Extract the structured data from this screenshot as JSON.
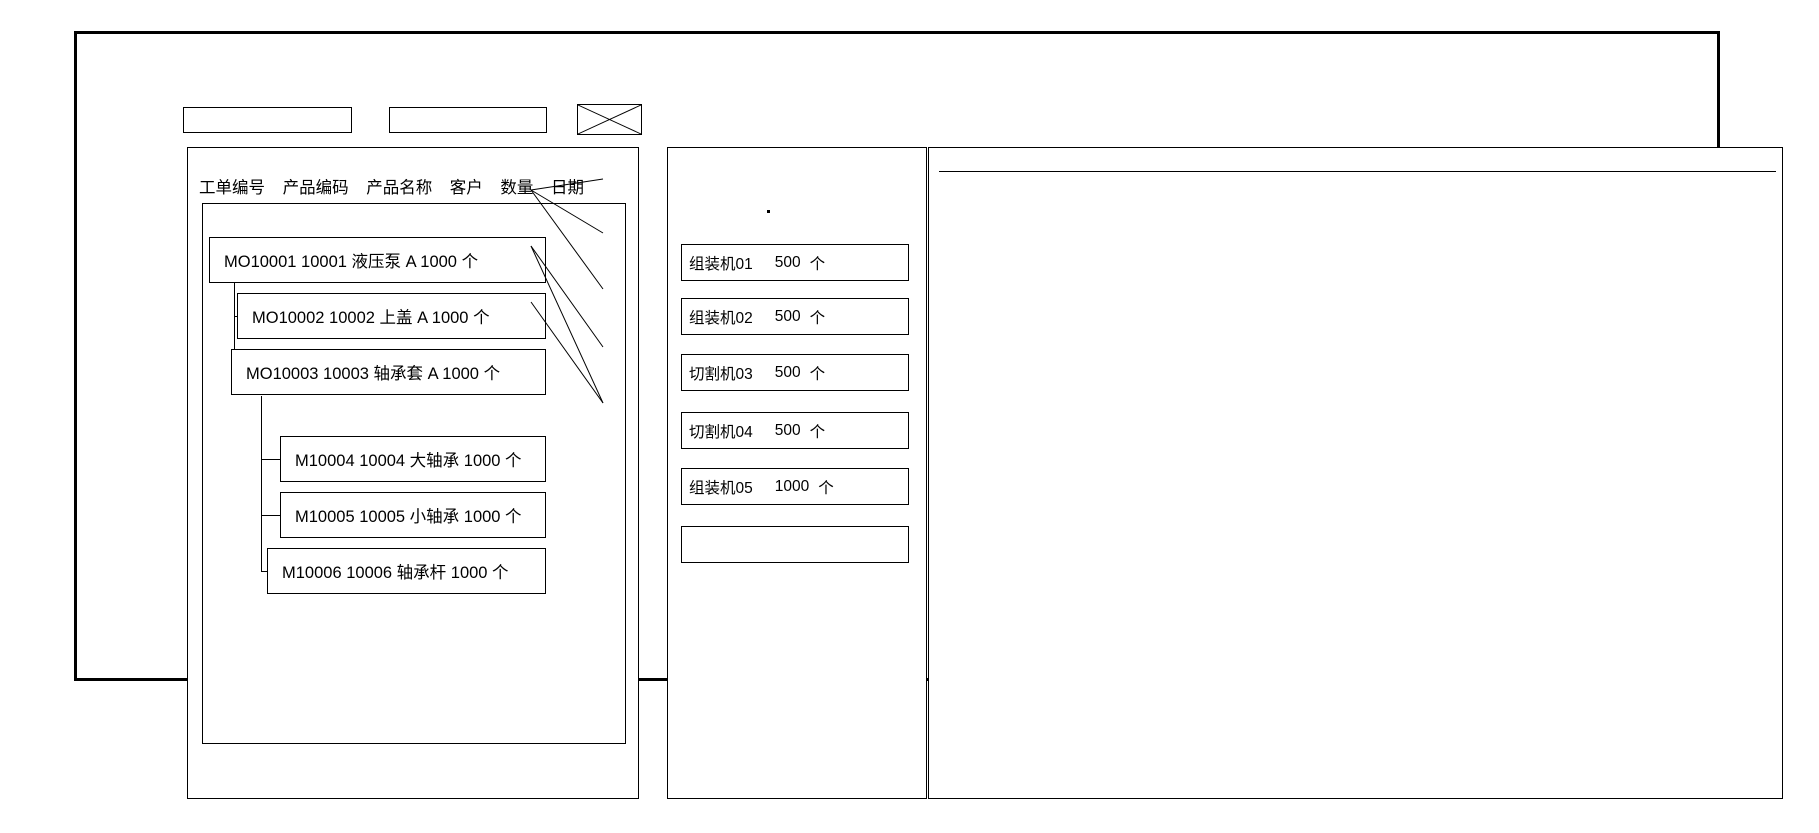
{
  "window": {
    "title": ""
  },
  "toolbar": {
    "boxes": [
      {
        "name": "toolbar-field-1",
        "label": ""
      },
      {
        "name": "toolbar-field-2",
        "label": ""
      }
    ],
    "image_placeholder": {
      "name": "image-placeholder-icon",
      "label": ""
    }
  },
  "left_panel": {
    "columns": [
      "工单编号",
      "产品编码",
      "产品名称",
      "客户",
      "数量",
      "日期"
    ],
    "nodes": [
      {
        "id": "MO10001",
        "level": 0,
        "text": "MO10001    10001   液压泵   A     1000  个",
        "order_no": "MO10001",
        "product_code": "10001",
        "product_name": "液压泵",
        "customer": "A",
        "quantity": "1000",
        "unit": "个"
      },
      {
        "id": "MO10002",
        "level": 1,
        "text": "MO10002  10002   上盖   A   1000   个",
        "order_no": "MO10002",
        "product_code": "10002",
        "product_name": "上盖",
        "customer": "A",
        "quantity": "1000",
        "unit": "个"
      },
      {
        "id": "MO10003",
        "level": 1,
        "text": "MO10003  10003   轴承套 A   1000   个",
        "order_no": "MO10003",
        "product_code": "10003",
        "product_name": "轴承套",
        "customer": "A",
        "quantity": "1000",
        "unit": "个"
      },
      {
        "id": "M10004",
        "level": 2,
        "text": "M10004 10004  大轴承  1000   个",
        "order_no": "M10004",
        "product_code": "10004",
        "product_name": "大轴承",
        "customer": "",
        "quantity": "1000",
        "unit": "个"
      },
      {
        "id": "M10005",
        "level": 2,
        "text": "M10005  10005  小轴承  1000   个",
        "order_no": "M10005",
        "product_code": "10005",
        "product_name": "小轴承",
        "customer": "",
        "quantity": "1000",
        "unit": "个"
      },
      {
        "id": "M10006",
        "level": 2,
        "text": "M10006  10006  轴承杆  1000   个",
        "order_no": "M10006",
        "product_code": "10006",
        "product_name": "轴承杆",
        "customer": "",
        "quantity": "1000",
        "unit": "个"
      }
    ]
  },
  "middle_panel": {
    "machines": [
      {
        "name": "组装机01",
        "quantity": "500",
        "unit": "个"
      },
      {
        "name": "组装机02",
        "quantity": "500",
        "unit": "个"
      },
      {
        "name": "切割机03",
        "quantity": "500",
        "unit": "个"
      },
      {
        "name": "切割机04",
        "quantity": "500",
        "unit": "个"
      },
      {
        "name": "组装机05",
        "quantity": "1000",
        "unit": "个"
      },
      {
        "name": "",
        "quantity": "",
        "unit": ""
      }
    ]
  },
  "right_panel": {
    "content": ""
  },
  "colors": {
    "line": "#000000",
    "background": "#ffffff"
  }
}
